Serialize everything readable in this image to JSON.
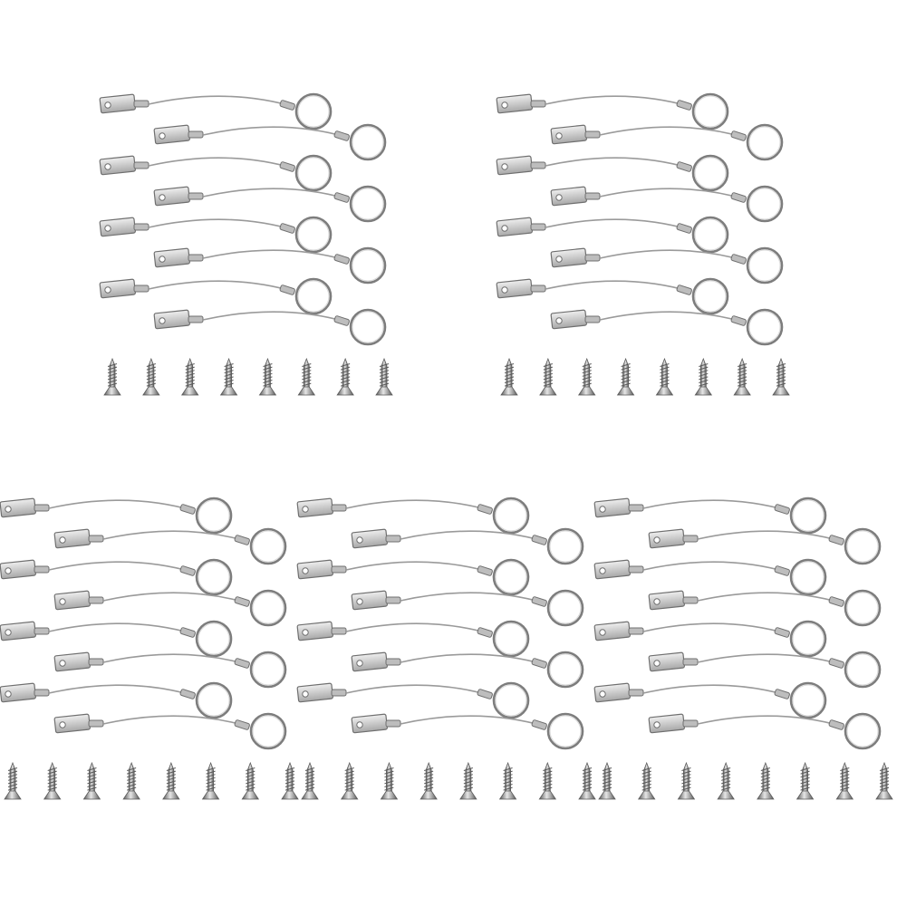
{
  "image": {
    "subject": "",
    "background_color": "#ffffff",
    "metal_colors": {
      "wire": "#9a9a9a",
      "tag_fill": "#d4d4d4",
      "tag_stroke": "#6f6f6f",
      "ring": "#7d7d7d",
      "screw_light": "#e6e6e6",
      "screw_dark": "#5a5a5a"
    },
    "groups": [
      {
        "lanyard_count": 8,
        "screw_count": 8
      },
      {
        "lanyard_count": 8,
        "screw_count": 8
      },
      {
        "lanyard_count": 8,
        "screw_count": 8
      },
      {
        "lanyard_count": 8,
        "screw_count": 8
      },
      {
        "lanyard_count": 8,
        "screw_count": 8
      }
    ]
  }
}
